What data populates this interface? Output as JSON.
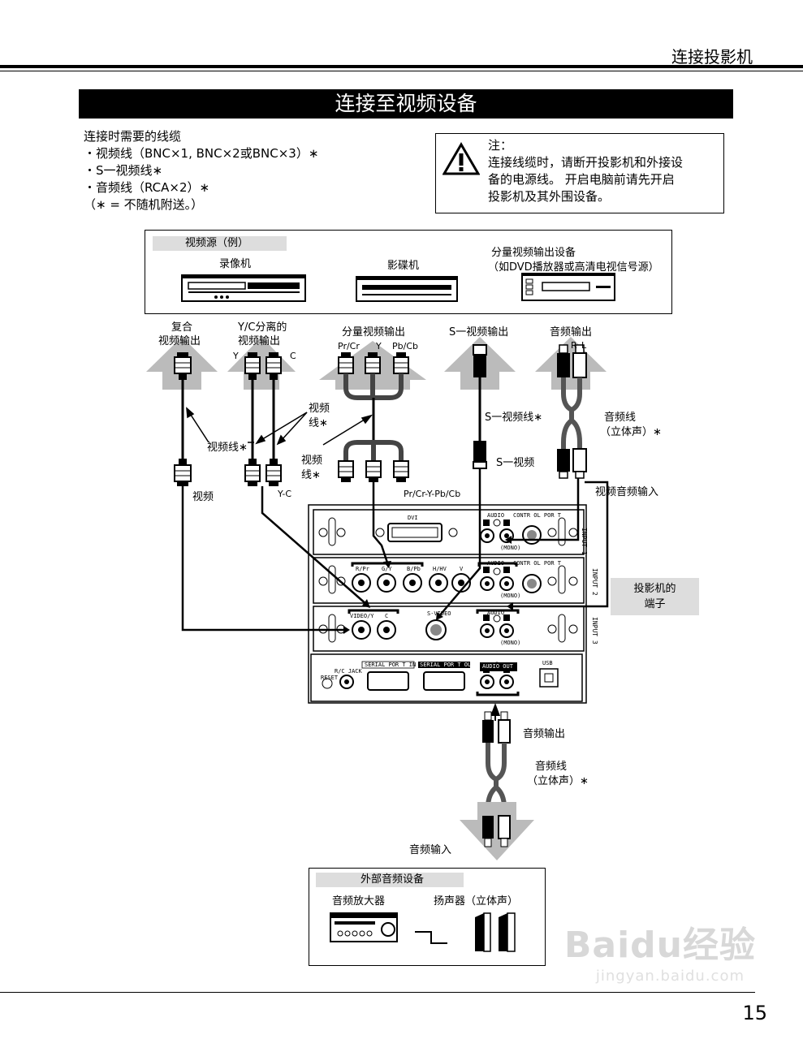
{
  "header": {
    "title": "连接投影机"
  },
  "section_title": "连接至视频设备",
  "cables": {
    "heading": "连接时需要的线缆",
    "items": [
      "・视频线（BNC×1, BNC×2或BNC×3）∗",
      "・S一视频线∗",
      "・音频线（RCA×2）∗"
    ],
    "footnote": "（∗ = 不随机附送。）"
  },
  "note": {
    "title": "注：",
    "lines": [
      "连接线缆时，请断开投影机和外接设",
      "备的电源线。 开启电脑前请先开启",
      "投影机及其外围设备。"
    ]
  },
  "sources": {
    "label": "视频源（例）",
    "vcr": "录像机",
    "ld": "影碟机",
    "component_title": "分量视频输出设备",
    "component_sub": "（如DVD播放器或高清电视信号源）"
  },
  "outputs": {
    "composite_1": "复合",
    "composite_2": "视频输出",
    "yc_1": "Y/C分离的",
    "yc_2": "视频输出",
    "y": "Y",
    "c": "C",
    "component": "分量视频输出",
    "pr_cr": "Pr/Cr",
    "comp_y": "Y",
    "pb_cb": "Pb/Cb",
    "svideo": "S一视频输出",
    "audio": "音频输出",
    "r": "R",
    "l": "L"
  },
  "cable_labels": {
    "video_cable_a_1": "视频",
    "video_cable_a_2": "线∗",
    "video_cable_b": "视频线∗",
    "video_cable_c_1": "视频",
    "video_cable_c_2": "线∗",
    "svideo_cable": "S一视频线∗",
    "audio_cable_1": "音频线",
    "audio_cable_2": "（立体声）∗",
    "video": "视频",
    "yc": "Y-C",
    "component_in": "Pr/Cr-Y-Pb/Cb",
    "svideo_in": "S一视频",
    "av_in": "视频音频输入"
  },
  "panel": {
    "input1": "INPUT 1",
    "input2": "INPUT 2",
    "input3": "INPUT 3",
    "dvi": "DVI",
    "audio": "AUDIO",
    "control_port": "CONTR  OL POR T",
    "mono": "(MONO)",
    "rpr": "R/Pr",
    "gy": "G/Y",
    "bpb": "B/Pb",
    "hhv": "H/HV",
    "v": "V",
    "video_y": "VIDEO/Y",
    "c": "C",
    "svideo": "S-VIDEO",
    "rc_jack": "R/C JACK",
    "reset": "RESET",
    "serial_in": "SERIAL POR  T IN",
    "serial_out": "SERIAL POR  T OUT",
    "audio_out": "AUDIO OUT",
    "usb": "USB"
  },
  "terminal_label": [
    "投影机的",
    "端子"
  ],
  "bottom": {
    "audio_out": "音频输出",
    "audio_cable_1": "音频线",
    "audio_cable_2": "（立体声）∗",
    "audio_in": "音频输入"
  },
  "external": {
    "label": "外部音频设备",
    "amp": "音频放大器",
    "speakers": "扬声器（立体声）"
  },
  "watermark": {
    "main": "Baidu经验",
    "sub": "jingyan.baidu.com"
  },
  "page_number": "15"
}
